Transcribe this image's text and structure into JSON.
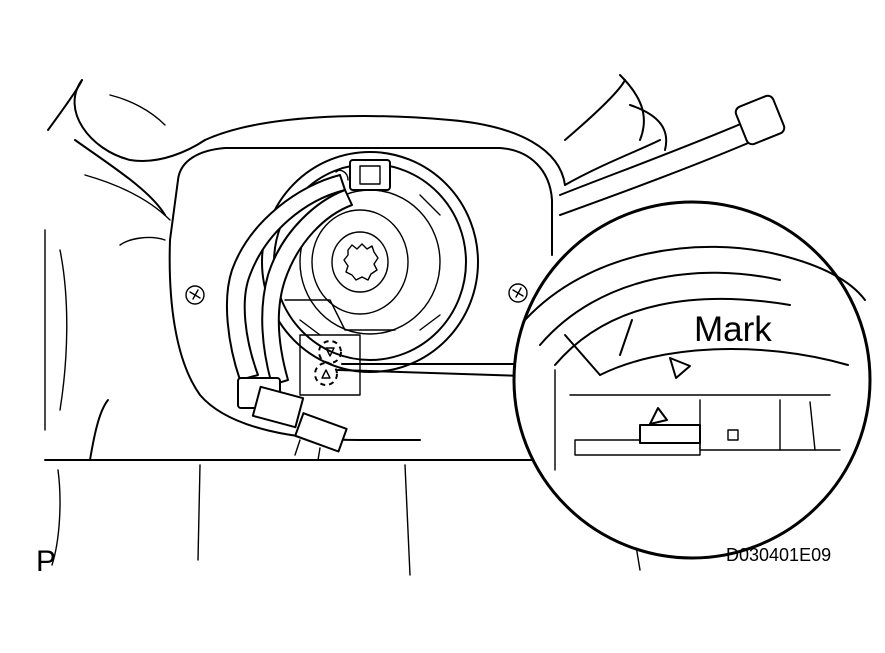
{
  "diagram": {
    "callout_label": "Mark",
    "page_marker": "P",
    "figure_code": "D030401E09",
    "icons": [
      "spiral-cable-illustration",
      "alignment-mark-triangle",
      "magnified-callout-circle"
    ]
  }
}
